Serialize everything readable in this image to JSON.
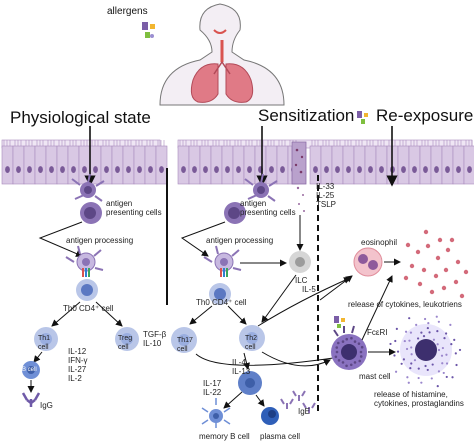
{
  "headings": {
    "allergens": "allergens",
    "physiological": "Physiological state",
    "sensitization": "Sensitization",
    "reexposure": "Re-exposure"
  },
  "left_panel": {
    "apc": "antigen\npresenting cells",
    "processing": "antigen processing",
    "th0": "Th0 CD4⁺ cell",
    "th1": "Th1\ncell",
    "treg": "Treg\ncell",
    "bcell": "B cell",
    "th1_cytokines": "IL-12\nIFN-γ\nIL-27\nIL-2",
    "treg_cytokines": "TGF-β\nIL-10",
    "igg": "IgG"
  },
  "right_panel": {
    "apc": "antigen\npresenting cells",
    "processing": "antigen processing",
    "th0": "Th0 CD4⁺ cell",
    "alarmins": "IL-33\nIL-25\nTSLP",
    "ilc": "ILC",
    "il5": "IL-5",
    "eosinophil": "eosinophil",
    "eos_release": "release of cytokines, leukotriens",
    "th17": "Th17\ncell",
    "th2": "Th2\ncell",
    "th2_cytokines": "IL-4\nIL-13",
    "th17_cytokines": "IL-17\nIL-22",
    "ige": "IgE",
    "fceri": "FcεRI",
    "mast": "mast cell",
    "mast_release": "release of histamine,\ncytokines, prostaglandins",
    "memory_b": "memory B cell",
    "plasma": "plasma cell"
  },
  "colors": {
    "epithelium": "#d9c8e4",
    "epithelium_edge": "#a98bbd",
    "nucleus": "#7a5a98",
    "apc": "#8b73b5",
    "tcell": "#b9c6e8",
    "tcell_nucleus": "#5b78c2",
    "bcell": "#6f8fd6",
    "ilc": "#cfcfcf",
    "eosinophil": "#e8a0ad",
    "granule": "#d36a7a",
    "mast": "#8a72c0",
    "arrow": "#111111"
  }
}
